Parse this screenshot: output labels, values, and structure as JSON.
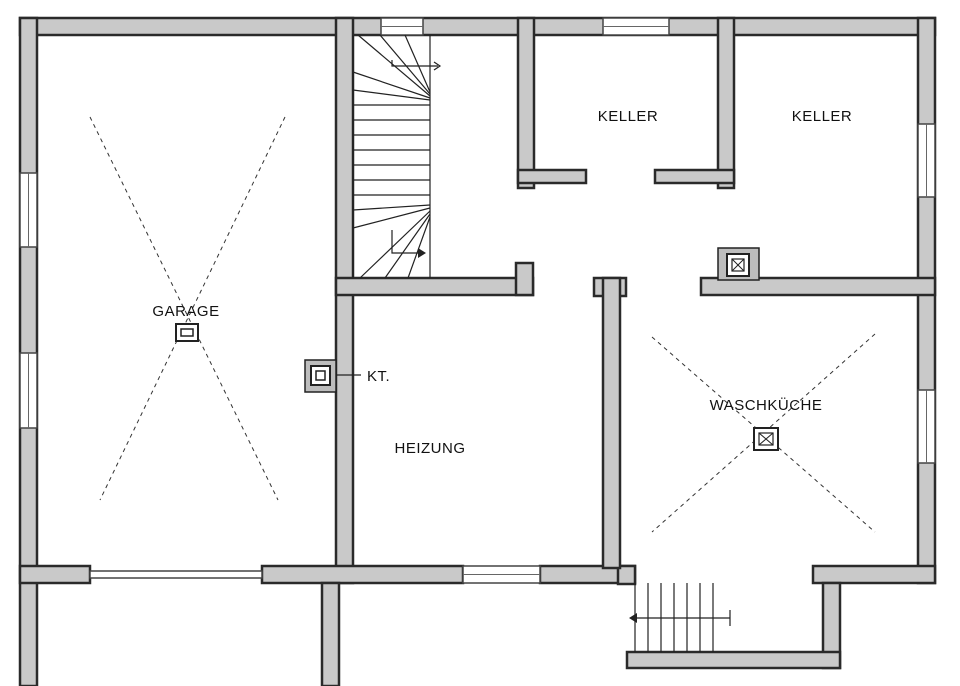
{
  "rooms": {
    "garage": "GARAGE",
    "keller_1": "KELLER",
    "keller_2": "KELLER",
    "heizung": "HEIZUNG",
    "waschkueche": "WASCHKÜCHE",
    "kt": "KT."
  },
  "colors": {
    "wall_fill": "#c9c9c9",
    "wall_stroke": "#2a2a2a",
    "background": "#ffffff"
  }
}
